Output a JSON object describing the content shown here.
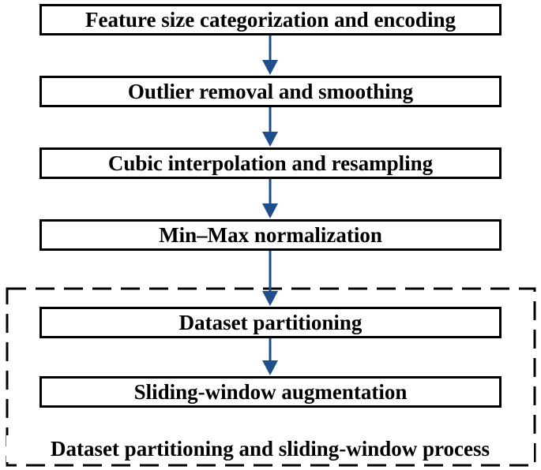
{
  "steps": [
    {
      "label": "Feature size categorization and encoding"
    },
    {
      "label": "Outlier removal and smoothing"
    },
    {
      "label": "Cubic interpolation and resampling"
    },
    {
      "label": "Min–Max normalization"
    },
    {
      "label": "Dataset partitioning"
    },
    {
      "label": "Sliding-window augmentation"
    }
  ],
  "group": {
    "label": "Dataset partitioning and sliding-window process"
  },
  "colors": {
    "arrow": "#1f4e8c",
    "box_border": "#000000",
    "group_border": "#000000"
  }
}
